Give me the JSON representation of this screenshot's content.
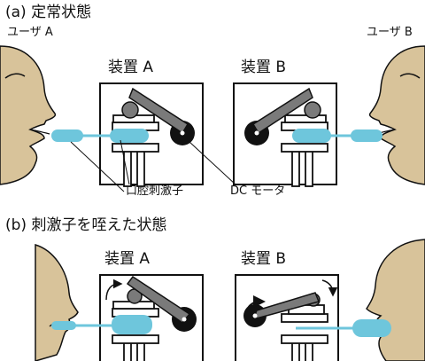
{
  "section_a": {
    "title": "(a) 定常状態"
  },
  "section_b": {
    "title": "(b) 刺激子を咥えた状態"
  },
  "users": {
    "a": "ユーザ A",
    "b": "ユーザ B"
  },
  "devices": {
    "a": "装置 A",
    "b": "装置 B"
  },
  "callouts": {
    "stimulator": "口腔刺激子",
    "motor": "DC モータ"
  },
  "colors": {
    "skin": "#d8c39a",
    "stimulator": "#6ec6dc",
    "arm": "#7a7a7a",
    "motor": "#111111",
    "line": "#111111"
  }
}
